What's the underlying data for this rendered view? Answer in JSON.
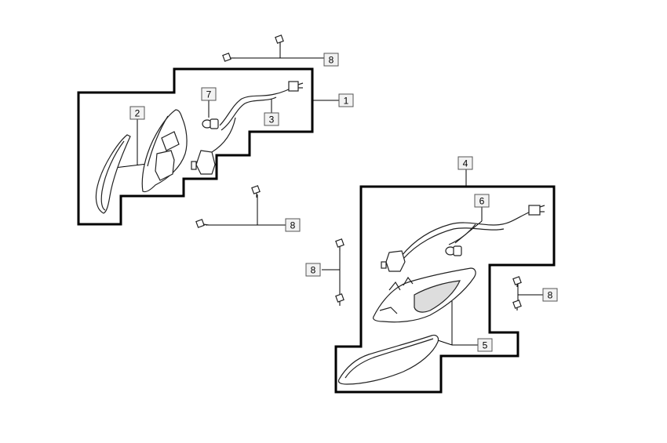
{
  "callouts": {
    "c1": "1",
    "c2": "2",
    "c3": "3",
    "c4": "4",
    "c5": "5",
    "c6": "6",
    "c7": "7",
    "c8_top": "8",
    "c8_mid": "8",
    "c8_left": "8",
    "c8_right": "8"
  },
  "colors": {
    "outline": "#000000",
    "label_fill": "#f2f2f2",
    "label_border": "#555555",
    "part_stroke": "#222222",
    "part_fill": "#ffffff"
  }
}
